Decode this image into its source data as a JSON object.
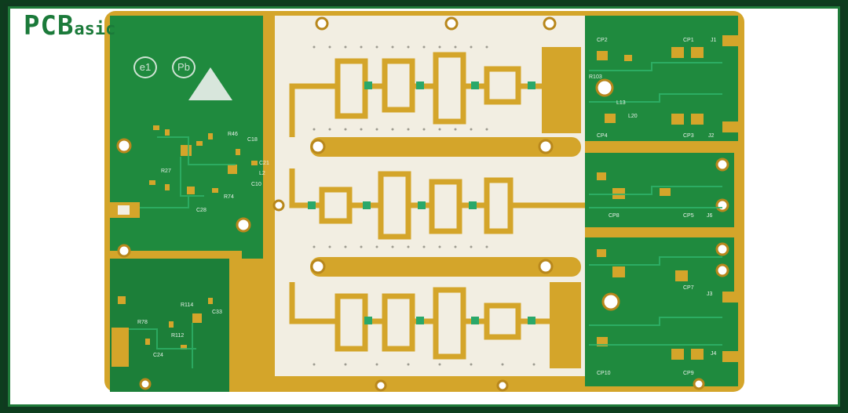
{
  "brand": {
    "logo_main": "PCB",
    "logo_sub": "asic"
  },
  "board": {
    "markings": {
      "e1": "e1",
      "pb": "Pb",
      "labels": [
        "CP2",
        "J1",
        "CP1",
        "R103",
        "L13",
        "L20",
        "CP4",
        "CP3",
        "J2",
        "CP8",
        "CP5",
        "J6",
        "CP7",
        "J3",
        "CP10",
        "CP9",
        "J4",
        "C18",
        "C21",
        "R27",
        "C28",
        "R74",
        "C10",
        "L2",
        "R46",
        "R78",
        "R114",
        "R112",
        "C33",
        "C24"
      ]
    },
    "colors": {
      "frame_dark": "#0f3a1f",
      "frame_green": "#1f7a3a",
      "solder_mask": "#1f8a3e",
      "solder_mask_dark": "#15702f",
      "gold": "#d4a52a",
      "gold_dark": "#b8871c",
      "substrate": "#f2eee2",
      "drill": "#ffffff"
    }
  }
}
